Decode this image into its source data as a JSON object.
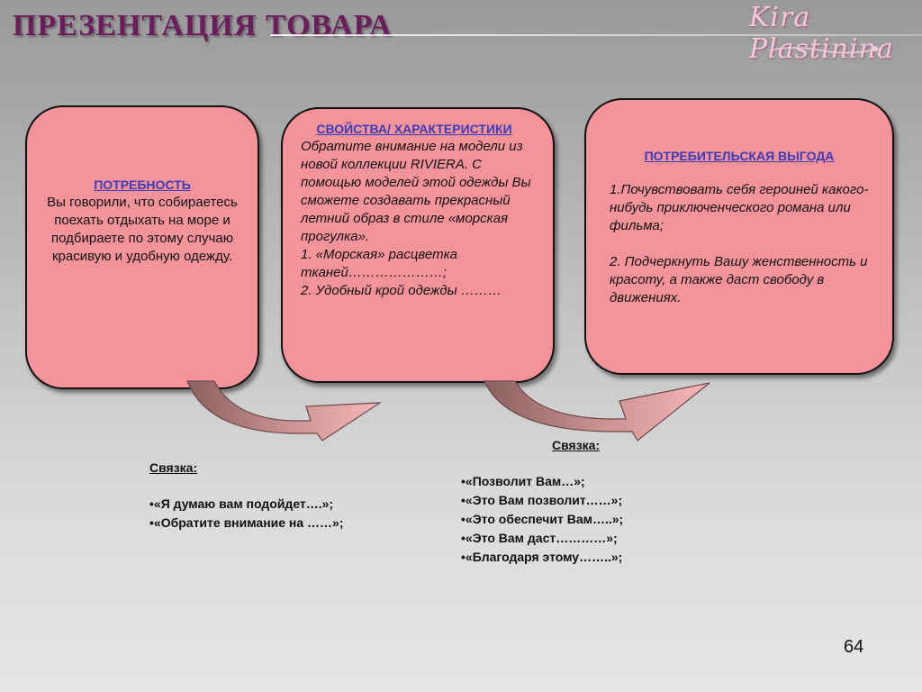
{
  "header": {
    "title": "ПРЕЗЕНТАЦИЯ  ТОВАРА",
    "logo": "Kira Plastinina"
  },
  "boxes": {
    "need": {
      "heading": "ПОТРЕБНОСТЬ",
      "text": "Вы говорили, что собираетесь поехать отдыхать на море и подбираете по этому случаю  красивую и удобную одежду."
    },
    "properties": {
      "heading": "СВОЙСТВА/ ХАРАКТЕРИСТИКИ",
      "text": "Обратите внимание на модели из новой коллекции RIVIERA. С помощью моделей этой одежды  Вы сможете создавать прекрасный  летний образ в стиле «морская прогулка».",
      "item1": "1.  «Морская» расцветка тканей…………………;",
      "item2": "2. Удобный крой  одежды ………"
    },
    "benefit": {
      "heading": "ПОТРЕБИТЕЛЬСКАЯ ВЫГОДА",
      "item1": "1.Почувствовать себя героиней какого-нибудь приключенческого романа или фильма;",
      "item2": "2. Подчеркнуть Вашу женственность и красоту, а также даст свободу в движениях."
    }
  },
  "link_left": {
    "heading": "Связка: ",
    "items": [
      "«Я думаю вам подойдет….»;",
      "«Обратите внимание на ……»;"
    ]
  },
  "link_right": {
    "heading": "Связка:",
    "items": [
      "«Позволит Вам…»;",
      "«Это Вам позволит……»;",
      "«Это обеспечит Вам…..»;",
      "«Это Вам даст…………»;",
      "«Благодаря этому……..»;"
    ]
  },
  "page_number": "64",
  "colors": {
    "title": "#6b1d5c",
    "box_fill": "#f4939a",
    "heading_link": "#3c3bb8",
    "arrow_fill": "#f7b7b7"
  }
}
